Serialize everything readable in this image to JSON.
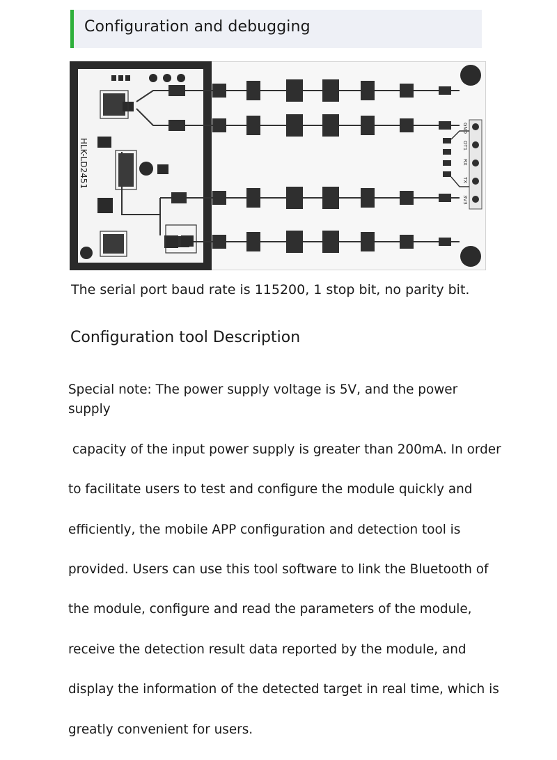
{
  "header": {
    "title": "Configuration and debugging",
    "accent_color": "#2eaf3b",
    "background_color": "#eef0f6"
  },
  "board_image": {
    "silkscreen_label": "HLK-LD2451",
    "pin_labels": [
      "GND",
      "OT1",
      "RX",
      "TX",
      "3V3"
    ]
  },
  "caption": "The serial port baud rate is 115200, 1 stop bit, no parity bit.",
  "section_title": "Configuration tool Description",
  "note_lines": [
    "Special note: The power supply voltage is 5V, and the power supply",
    " capacity of the input power supply is greater than 200mA. In order",
    "to facilitate users to test and configure the module quickly and",
    "efficiently, the mobile APP configuration and detection tool is",
    "provided. Users can use this tool software to link the Bluetooth of",
    "the module, configure and read the parameters of the module,",
    "receive the detection result data reported by the module, and",
    "display the information of the detected target in real time, which is",
    "greatly convenient for users."
  ]
}
